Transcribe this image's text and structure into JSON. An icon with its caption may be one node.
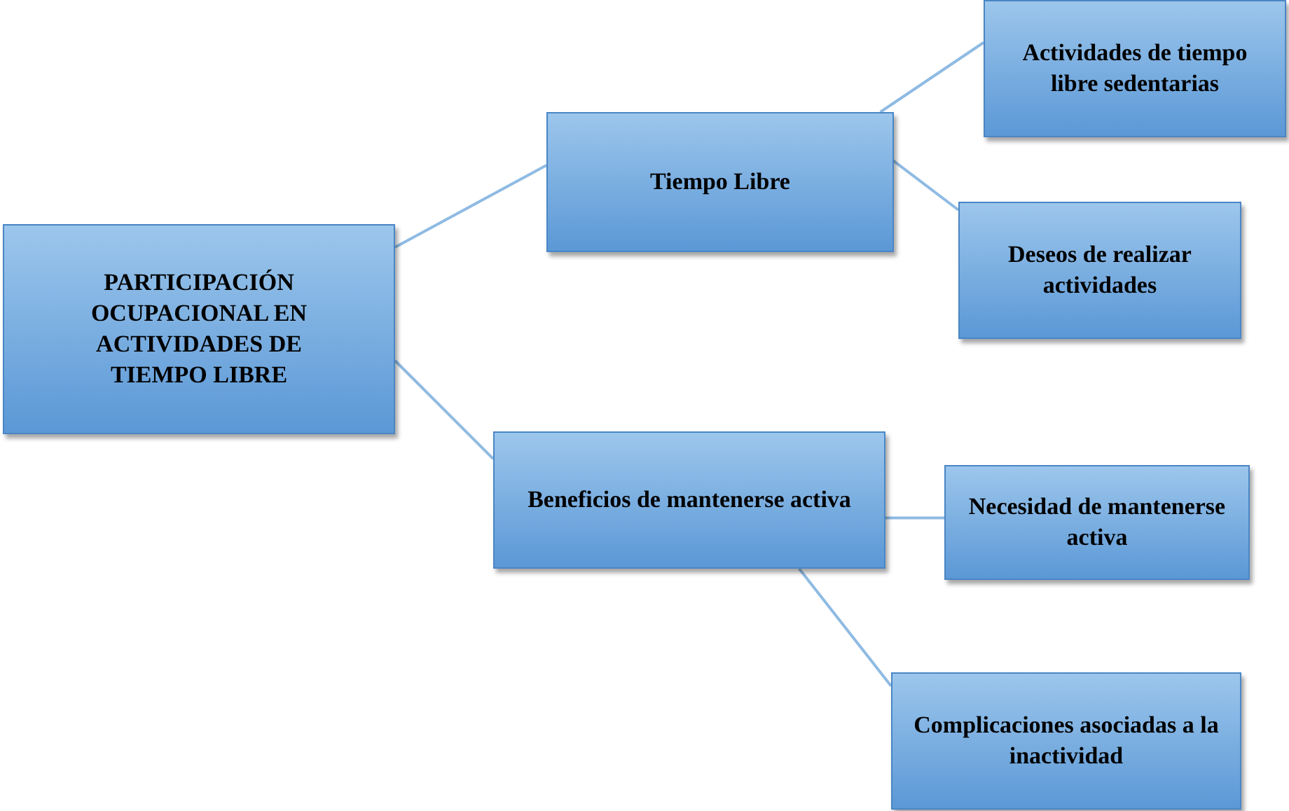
{
  "diagram": {
    "nodes": [
      {
        "text": [
          "PARTICIPACIÓN OCUPACIONAL EN ACTIVIDADES DE TIEMPO LIBRE"
        ]
      },
      {
        "text": [
          "Tiempo Libre"
        ]
      },
      {
        "text": [
          "Actividades de tiempo libre sedentarias"
        ]
      },
      {
        "text": [
          "Deseos de realizar actividades"
        ]
      },
      {
        "text": [
          "Beneficios de mantenerse activa"
        ]
      },
      {
        "text": [
          "Necesidad de mantenerse activa"
        ]
      },
      {
        "text": [
          "Complicaciones asociadas a la inactividad"
        ]
      }
    ],
    "edges": [
      {
        "from": 0,
        "to": 1,
        "arrow": "none"
      },
      {
        "from": 1,
        "to": 2,
        "arrow": "none"
      },
      {
        "from": 1,
        "to": 3,
        "arrow": "none"
      },
      {
        "from": 0,
        "to": 4,
        "arrow": "none"
      },
      {
        "from": 4,
        "to": 5,
        "arrow": "none"
      },
      {
        "from": 4,
        "to": 6,
        "arrow": "none"
      }
    ]
  }
}
